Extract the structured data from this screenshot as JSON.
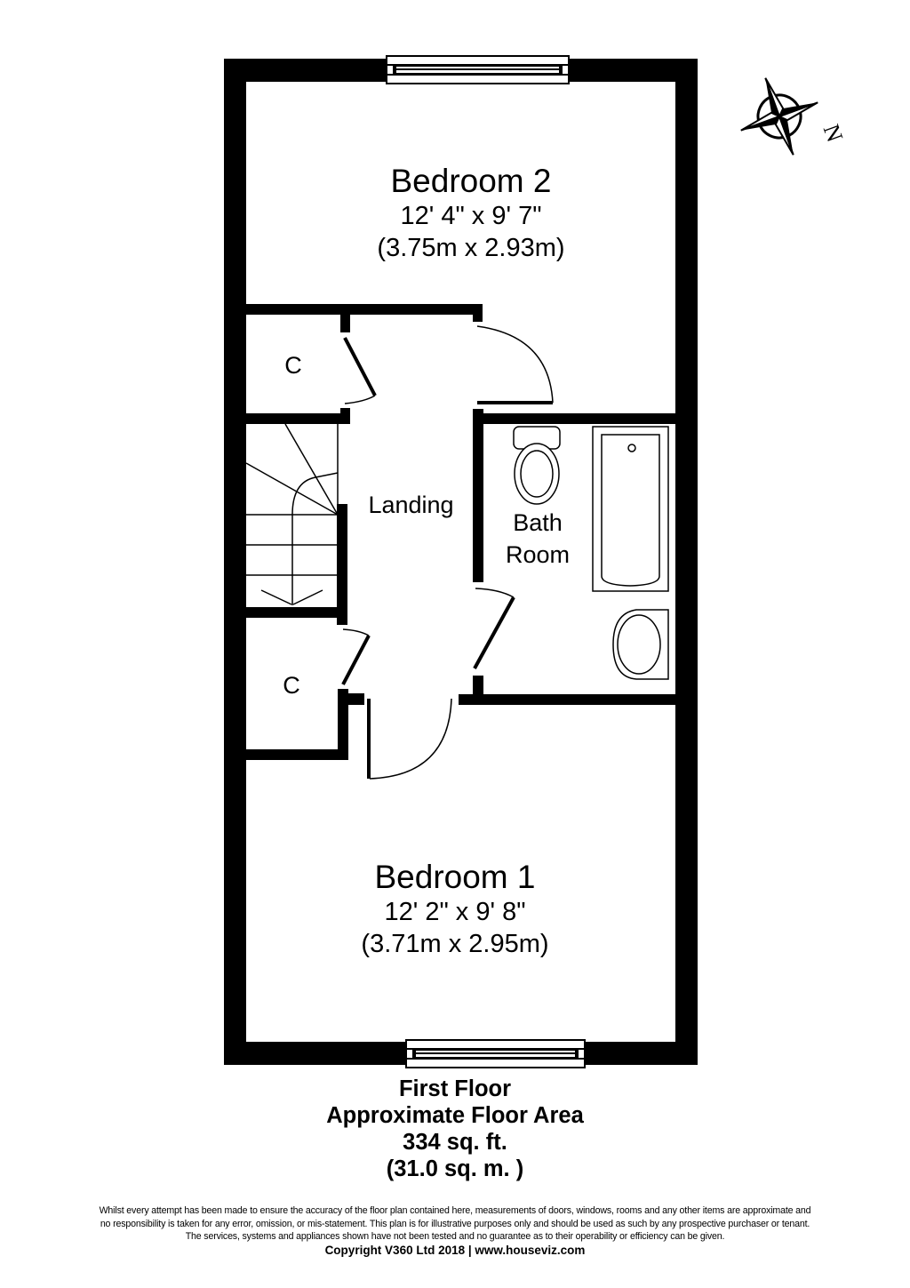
{
  "plan": {
    "colors": {
      "wall": "#000000",
      "background": "#ffffff"
    },
    "compass": {
      "icon": "compass-rose-icon",
      "label": "N"
    },
    "rooms": {
      "bedroom2": {
        "name": "Bedroom 2",
        "dims_imperial": "12' 4\" x 9' 7\"",
        "dims_metric": "(3.75m x 2.93m)"
      },
      "bedroom1": {
        "name": "Bedroom 1",
        "dims_imperial": "12' 2\" x 9' 8\"",
        "dims_metric": "(3.71m x 2.95m)"
      },
      "landing": {
        "name": "Landing"
      },
      "bathroom": {
        "name_line1": "Bath",
        "name_line2": "Room"
      },
      "closet_upper": {
        "name": "C"
      },
      "closet_lower": {
        "name": "C"
      }
    },
    "fixtures": [
      "window-top",
      "window-bottom",
      "staircase",
      "toilet",
      "bathtub",
      "wash-basin"
    ]
  },
  "floor_info": {
    "floor_name": "First Floor",
    "area_label": "Approximate Floor Area",
    "area_sqft": "334 sq. ft.",
    "area_sqm": "(31.0 sq. m. )"
  },
  "disclaimer": {
    "line1": "Whilst every attempt has been made to ensure the accuracy of the floor plan contained here, measurements of doors, windows, rooms and any other items are approximate and",
    "line2": "no responsibility is taken for any error, omission, or mis-statement. This plan is for illustrative purposes only and should be used as such by any prospective purchaser or tenant.",
    "line3": "The services, systems and appliances shown have not been tested and no guarantee as to their operability or efficiency can be given."
  },
  "copyright": "Copyright V360 Ltd 2018 | www.houseviz.com"
}
